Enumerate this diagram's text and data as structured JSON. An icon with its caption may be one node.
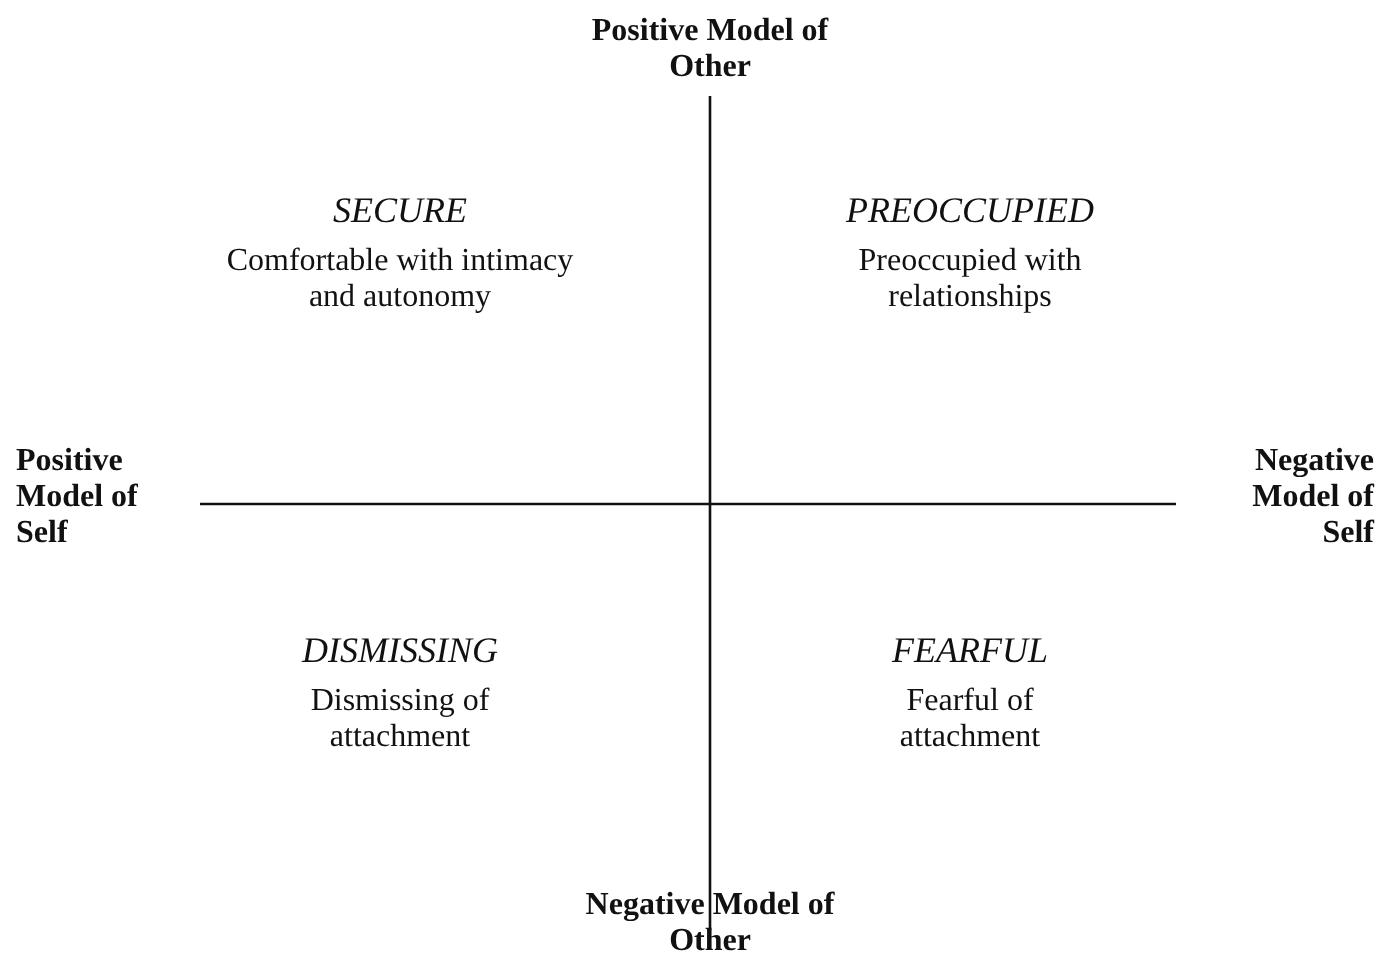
{
  "diagram": {
    "labels": [
      "Positive Model of Other",
      "SECURE",
      "PREOCCUPIED",
      "Comfortable with intimacy and autonomy",
      "Preoccupied with relationships",
      "Positive Model of Self",
      "Negative Model of Self",
      "DISMISSING",
      "FEARFUL",
      "Dismissing of attachment",
      "Fearful of attachment",
      "Negative Model of Other"
    ]
  }
}
